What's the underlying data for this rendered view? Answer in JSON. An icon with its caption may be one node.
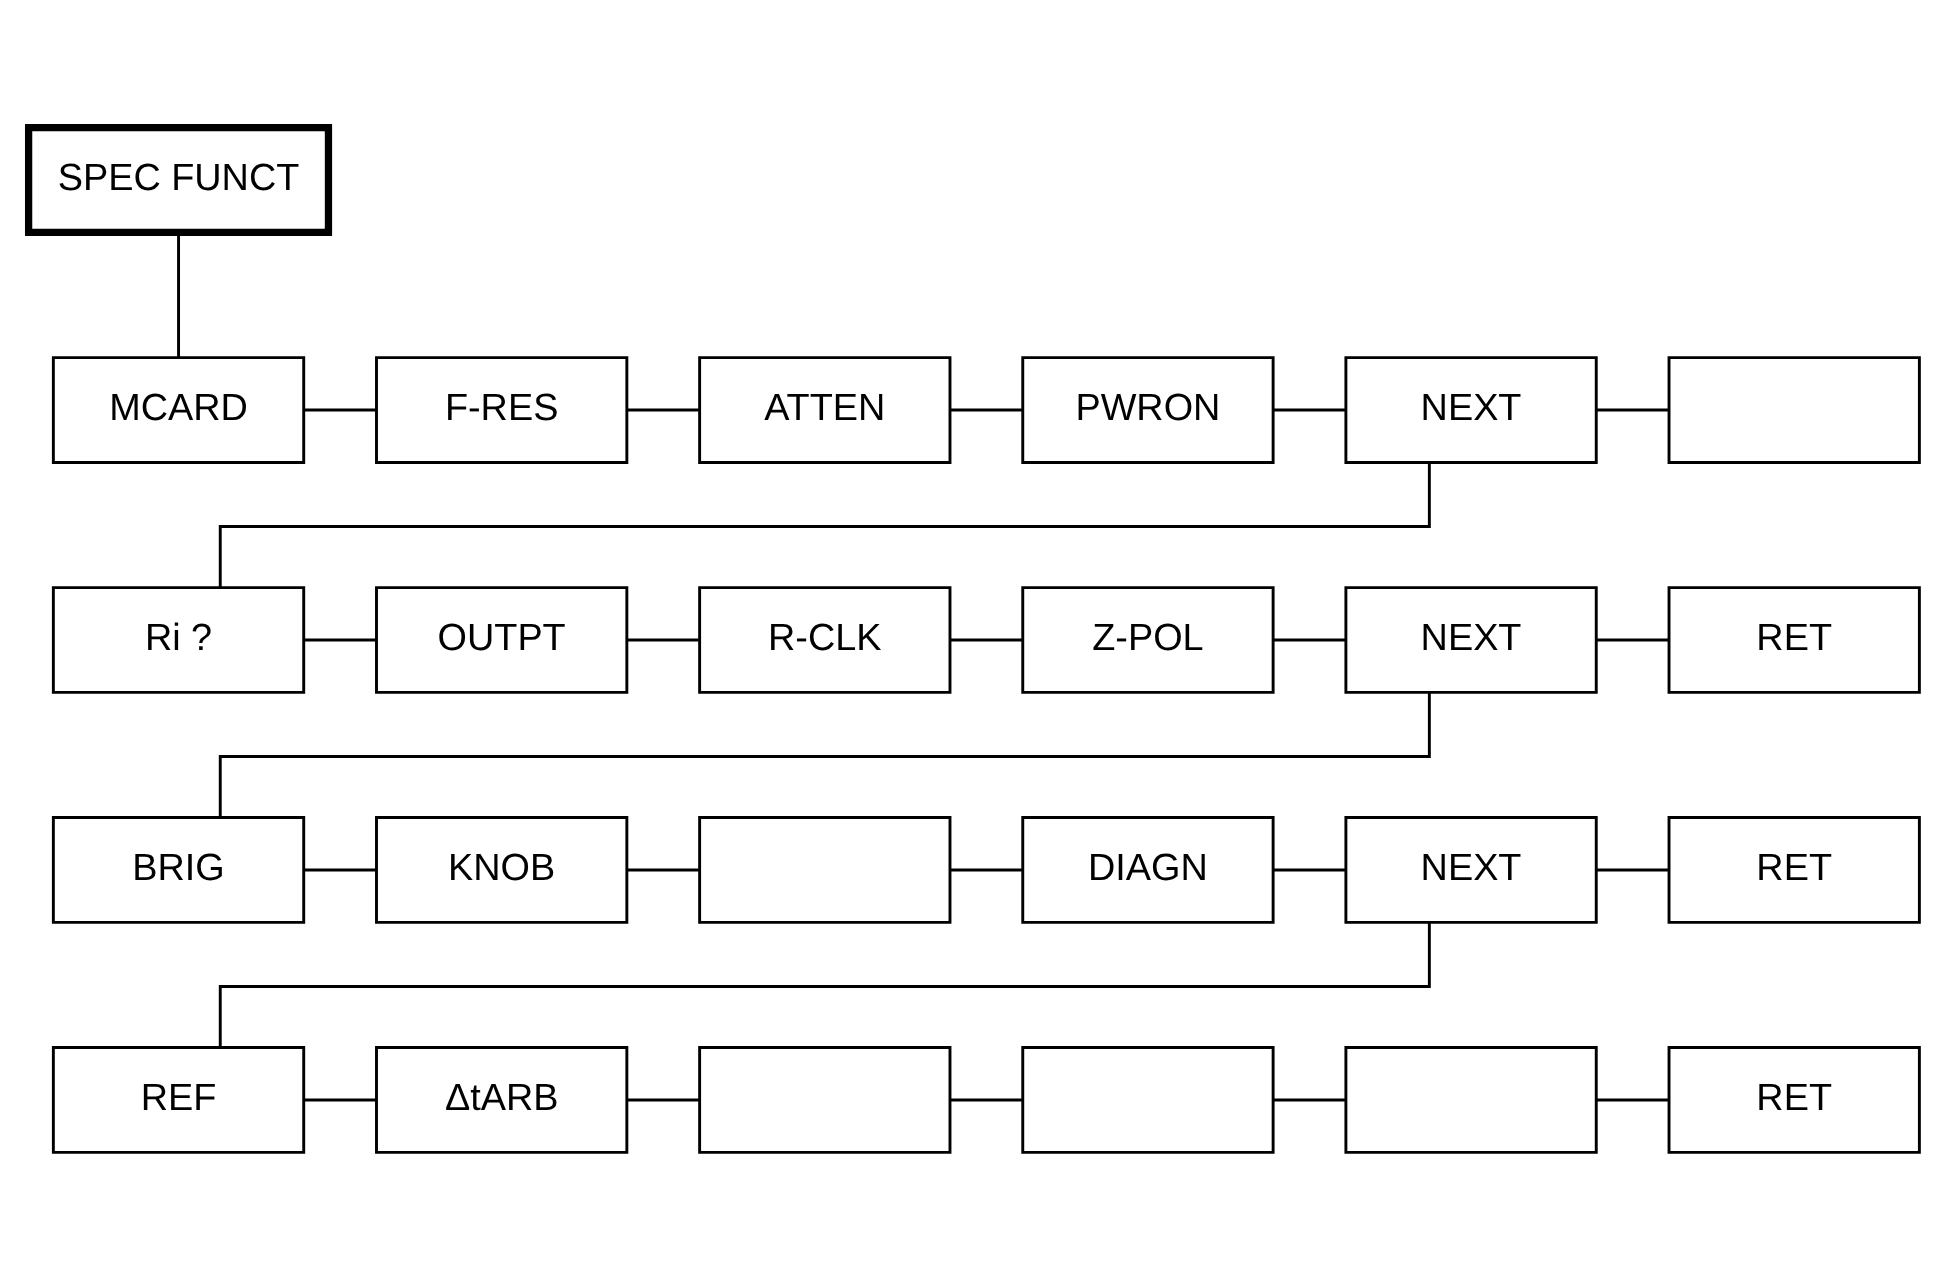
{
  "diagram": {
    "nodes": [
      {
        "text": [
          "SPEC FUNCT"
        ]
      },
      {
        "text": [
          "MCARD"
        ]
      },
      {
        "text": [
          "F-RES"
        ]
      },
      {
        "text": [
          "ATTEN"
        ]
      },
      {
        "text": [
          "PWRON"
        ]
      },
      {
        "text": [
          "NEXT"
        ]
      },
      {
        "text": [],
        "shape": "box"
      },
      {
        "text": [
          "Ri ?"
        ]
      },
      {
        "text": [
          "OUTPT"
        ]
      },
      {
        "text": [
          "R-CLK"
        ]
      },
      {
        "text": [
          "Z-POL"
        ]
      },
      {
        "text": [
          "NEXT"
        ]
      },
      {
        "text": [
          "RET"
        ]
      },
      {
        "text": [
          "BRIG"
        ]
      },
      {
        "text": [
          "KNOB"
        ]
      },
      {
        "text": [],
        "shape": "box"
      },
      {
        "text": [
          "DIAGN"
        ]
      },
      {
        "text": [
          "NEXT"
        ]
      },
      {
        "text": [
          "RET"
        ]
      },
      {
        "text": [
          "REF"
        ]
      },
      {
        "text": [
          "ΔtARB"
        ]
      },
      {
        "text": [],
        "shape": "box"
      },
      {
        "text": [],
        "shape": "box"
      },
      {
        "text": [],
        "shape": "box"
      },
      {
        "text": [
          "RET"
        ]
      }
    ],
    "edges": [
      {
        "from": 0,
        "to": 1,
        "arrow": "none"
      },
      {
        "from": 1,
        "to": 2,
        "arrow": "none"
      },
      {
        "from": 2,
        "to": 3,
        "arrow": "none"
      },
      {
        "from": 3,
        "to": 4,
        "arrow": "none"
      },
      {
        "from": 4,
        "to": 5,
        "arrow": "none"
      },
      {
        "from": 5,
        "to": 6,
        "arrow": "none"
      },
      {
        "from": 5,
        "to": 7,
        "arrow": "none"
      },
      {
        "from": 7,
        "to": 8,
        "arrow": "none"
      },
      {
        "from": 8,
        "to": 9,
        "arrow": "none"
      },
      {
        "from": 9,
        "to": 10,
        "arrow": "none"
      },
      {
        "from": 10,
        "to": 11,
        "arrow": "none"
      },
      {
        "from": 11,
        "to": 12,
        "arrow": "none"
      },
      {
        "from": 11,
        "to": 13,
        "arrow": "none"
      },
      {
        "from": 13,
        "to": 14,
        "arrow": "none"
      },
      {
        "from": 14,
        "to": 15,
        "arrow": "none"
      },
      {
        "from": 15,
        "to": 16,
        "arrow": "none"
      },
      {
        "from": 16,
        "to": 17,
        "arrow": "none"
      },
      {
        "from": 17,
        "to": 18,
        "arrow": "none"
      },
      {
        "from": 17,
        "to": 19,
        "arrow": "none"
      },
      {
        "from": 19,
        "to": 20,
        "arrow": "none"
      },
      {
        "from": 20,
        "to": 21,
        "arrow": "none"
      },
      {
        "from": 21,
        "to": 22,
        "arrow": "none"
      },
      {
        "from": 22,
        "to": 23,
        "arrow": "none"
      },
      {
        "from": 23,
        "to": 24,
        "arrow": "none"
      }
    ]
  }
}
